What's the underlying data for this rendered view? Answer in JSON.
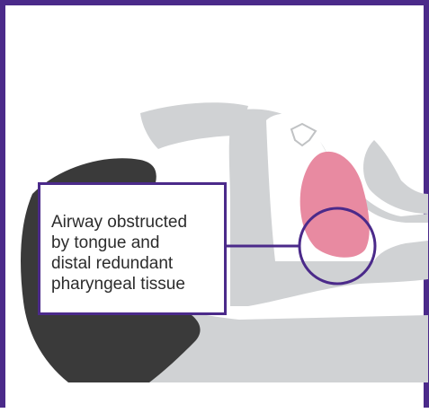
{
  "callout": {
    "lines": [
      "Airway obstructed",
      "by tongue and",
      "distal redundant",
      "pharyngeal tissue"
    ]
  },
  "colors": {
    "frame": "#4b2a8a",
    "head_silhouette": "#3a3a3a",
    "airway_tissue": "#d0d2d4",
    "tongue": "#e88aa1",
    "callout_stroke": "#4b2a8a",
    "text": "#2c2c2c"
  }
}
